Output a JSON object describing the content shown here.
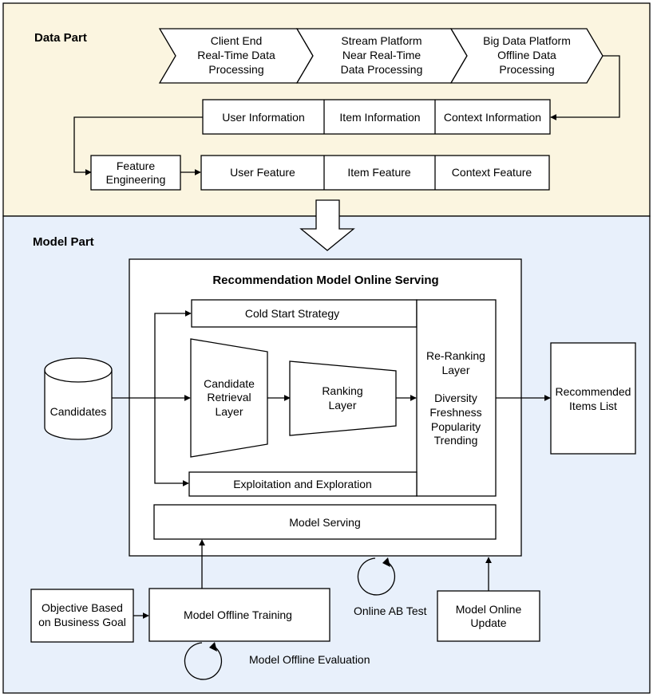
{
  "data_part": {
    "title": "Data Part",
    "stages": [
      [
        "Client End",
        "Real-Time Data",
        "Processing"
      ],
      [
        "Stream Platform",
        "Near Real-Time",
        "Data Processing"
      ],
      [
        "Big Data Platform",
        "Offline Data",
        "Processing"
      ]
    ],
    "information": [
      "User Information",
      "Item Information",
      "Context Information"
    ],
    "feature_engineering": [
      "Feature",
      "Engineering"
    ],
    "features": [
      "User Feature",
      "Item Feature",
      "Context Feature"
    ]
  },
  "model_part": {
    "title": "Model Part",
    "serving_title": "Recommendation Model Online Serving",
    "cold_start": "Cold Start Strategy",
    "candidate_retrieval": [
      "Candidate",
      "Retrieval",
      "Layer"
    ],
    "ranking": [
      "Ranking",
      "Layer"
    ],
    "reranking": [
      "Re-Ranking",
      "Layer",
      "",
      "Diversity",
      "Freshness",
      "Popularity",
      "Trending"
    ],
    "exploitation": "Exploitation and Exploration",
    "model_serving": "Model Serving",
    "candidates": "Candidates",
    "recommended": [
      "Recommended",
      "Items List"
    ],
    "objective": [
      "Objective Based",
      "on Business Goal"
    ],
    "offline_training": "Model Offline Training",
    "offline_evaluation": "Model Offline Evaluation",
    "ab_test": "Online AB Test",
    "online_update": [
      "Model Online",
      "Update"
    ]
  },
  "colors": {
    "data_part_bg": "#fbf5e0",
    "model_part_bg": "#e8f0fb",
    "box": "#ffffff",
    "stroke": "#000000"
  }
}
